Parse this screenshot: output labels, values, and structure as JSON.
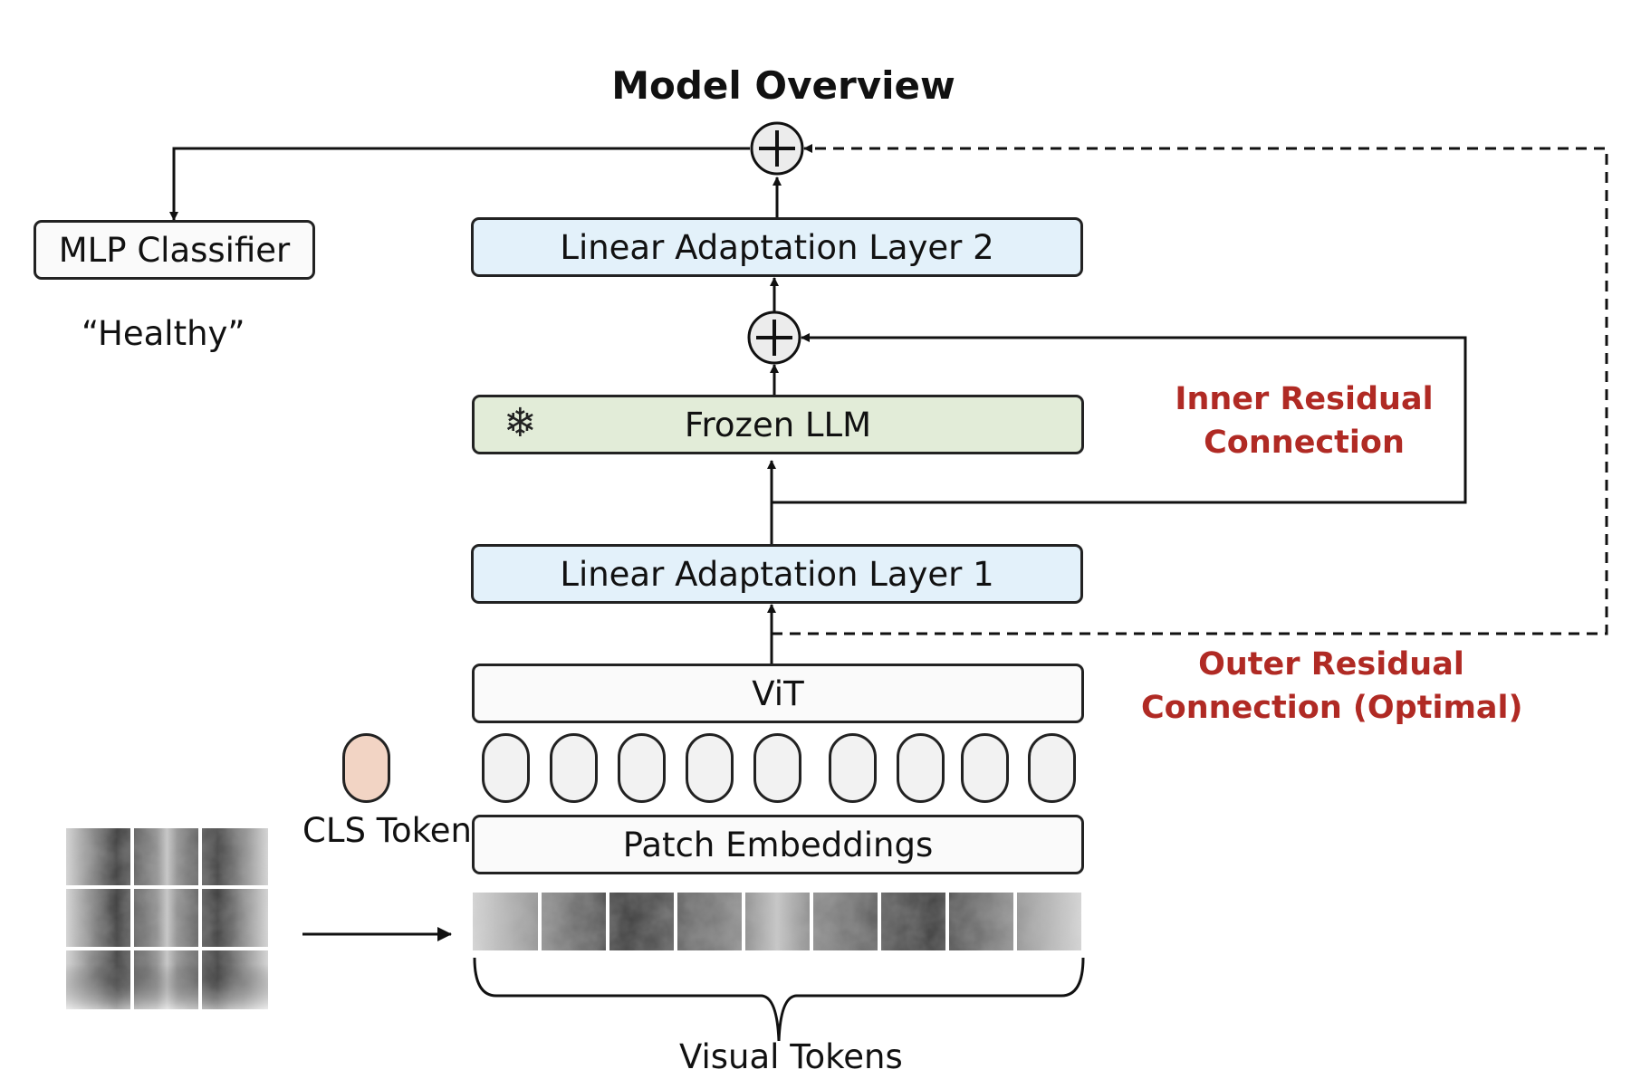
{
  "title": "Model Overview",
  "boxes": {
    "mlp": "MLP Classifier",
    "linear2": "Linear Adaptation Layer 2",
    "frozen": "Frozen LLM",
    "linear1": "Linear Adaptation Layer 1",
    "vit": "ViT",
    "patch": "Patch Embeddings"
  },
  "output_label": "“Healthy”",
  "inner_residual": [
    "Inner Residual",
    "Connection"
  ],
  "outer_residual": [
    "Outer Residual",
    "Connection (Optimal)"
  ],
  "cls_label": "CLS Token",
  "visual_tokens_label": "Visual Tokens",
  "icons": {
    "plus": "circled-plus-icon",
    "snowflake": "snowflake-icon"
  },
  "colors": {
    "linear_fill": "#e3f1fa",
    "frozen_fill": "#e2ecd8",
    "cls_fill": "#f2d4c4",
    "residual_text": "#b02a24"
  }
}
